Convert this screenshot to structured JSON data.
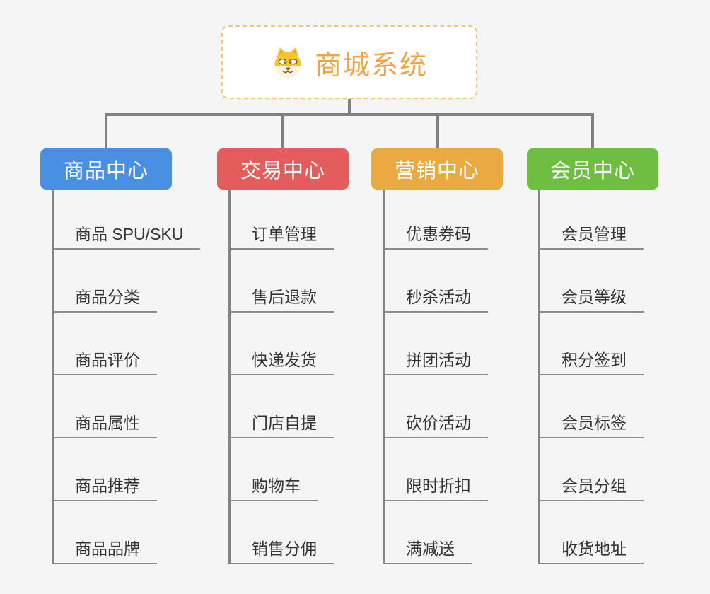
{
  "root": {
    "title": "商城系统",
    "icon": "shiba-dog-icon"
  },
  "colors": {
    "background": "#f5f5f5",
    "root_border": "#f3c776",
    "root_text": "#f0a544",
    "connector": "#808080",
    "leaf_line": "#8c8c8c",
    "leaf_text": "#333333",
    "branch_text": "#ffffff"
  },
  "branches": [
    {
      "label": "商品中心",
      "color": "#4a90e2",
      "items": [
        "商品 SPU/SKU",
        "商品分类",
        "商品评价",
        "商品属性",
        "商品推荐",
        "商品品牌"
      ]
    },
    {
      "label": "交易中心",
      "color": "#e35d5d",
      "items": [
        "订单管理",
        "售后退款",
        "快递发货",
        "门店自提",
        "购物车",
        "销售分佣"
      ]
    },
    {
      "label": "营销中心",
      "color": "#eaaa42",
      "items": [
        "优惠券码",
        "秒杀活动",
        "拼团活动",
        "砍价活动",
        "限时折扣",
        "满减送"
      ]
    },
    {
      "label": "会员中心",
      "color": "#6ebe42",
      "items": [
        "会员管理",
        "会员等级",
        "积分签到",
        "会员标签",
        "会员分组",
        "收货地址"
      ]
    }
  ]
}
